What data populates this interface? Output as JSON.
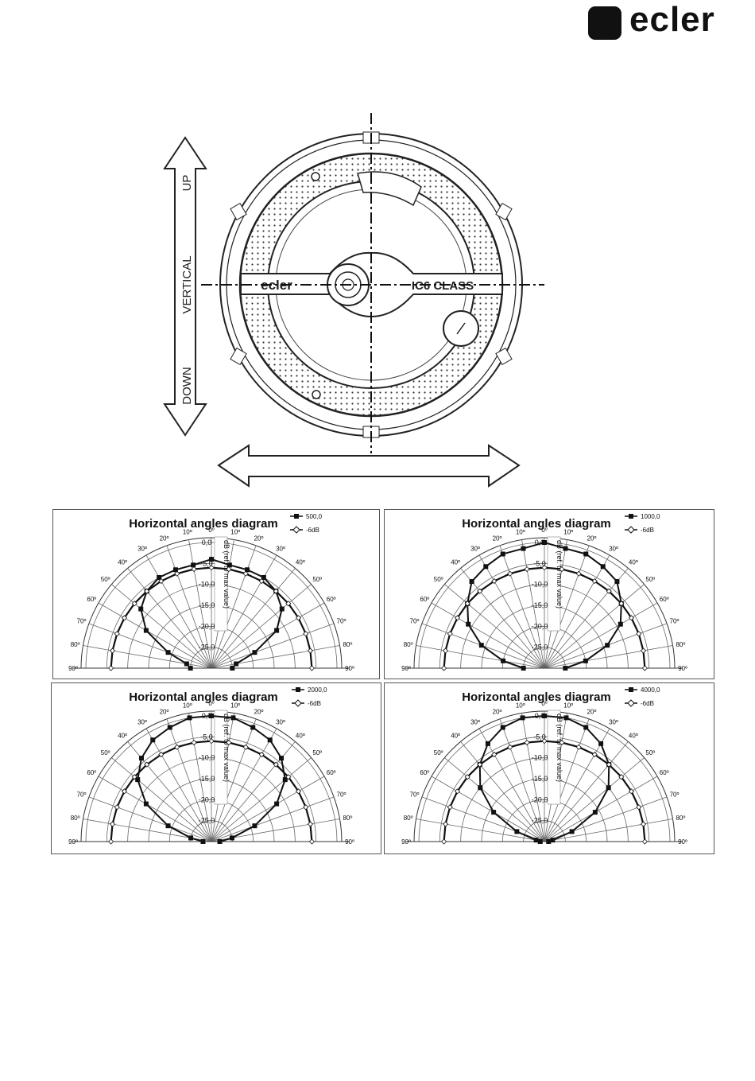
{
  "logo": {
    "text": "ecler"
  },
  "speaker_diagram": {
    "label_up": "UP",
    "label_vertical": "VERTICAL",
    "label_down": "DOWN",
    "brand_badge": "ecler",
    "model_badge": "IC6 CLASS"
  },
  "diagrams": [
    {
      "title": "Horizontal angles diagram",
      "legend": [
        "500,0",
        "-6dB"
      ],
      "axis_label": "dB (ref. to max value)",
      "radial_ticks": [
        "0,0",
        "-5,0",
        "-10,0",
        "-15,0",
        "-20,0",
        "-25,0"
      ],
      "angle_labels_left": [
        "0º",
        "10º",
        "20º",
        "30º",
        "40º",
        "50º",
        "60º",
        "70º",
        "80º",
        "90º"
      ],
      "angle_labels_right": [
        "10º",
        "20º",
        "30º",
        "40º",
        "50º",
        "60º",
        "70º",
        "80º",
        "90º"
      ],
      "chart_data": {
        "type": "scatter",
        "angles_deg": [
          -90,
          -80,
          -70,
          -60,
          -50,
          -40,
          -30,
          -20,
          -10,
          0,
          10,
          20,
          30,
          40,
          50,
          60,
          70,
          80,
          90
        ],
        "series": [
          {
            "name": "500,0",
            "values_db": [
              -25,
              -24,
              -19,
              -12,
              -8,
              -6,
              -5,
              -5,
              -5,
              -4,
              -5,
              -5,
              -5,
              -6,
              -8,
              -12,
              -19,
              -24,
              -25
            ]
          },
          {
            "name": "-6dB",
            "values_db": [
              -6,
              -6,
              -6,
              -6,
              -6,
              -6,
              -6,
              -6,
              -6,
              -6,
              -6,
              -6,
              -6,
              -6,
              -6,
              -6,
              -6,
              -6,
              -6
            ]
          }
        ],
        "rlim": [
          -30,
          0
        ]
      }
    },
    {
      "title": "Horizontal angles diagram",
      "legend": [
        "1000,0",
        "-6dB"
      ],
      "axis_label": "dB (ref. to max value)",
      "radial_ticks": [
        "0,0",
        "-5,0",
        "-10,0",
        "-15,0",
        "-20,0",
        "-25,0"
      ],
      "angle_labels_left": [
        "0º",
        "10º",
        "20º",
        "30º",
        "40º",
        "50º",
        "60º",
        "70º",
        "80º",
        "90º"
      ],
      "angle_labels_right": [
        "10º",
        "20º",
        "30º",
        "40º",
        "50º",
        "60º",
        "70º",
        "80º",
        "90º"
      ],
      "chart_data": {
        "type": "scatter",
        "angles_deg": [
          -90,
          -80,
          -70,
          -60,
          -50,
          -40,
          -30,
          -20,
          -10,
          0,
          10,
          20,
          30,
          40,
          50,
          60,
          70,
          80,
          90
        ],
        "series": [
          {
            "name": "1000,0",
            "values_db": [
              -25,
              -20,
              -14,
              -9,
              -6,
              -3,
              -2,
              -1,
              -1,
              0,
              -1,
              -1,
              -2,
              -3,
              -6,
              -9,
              -14,
              -20,
              -25
            ]
          },
          {
            "name": "-6dB",
            "values_db": [
              -6,
              -6,
              -6,
              -6,
              -6,
              -6,
              -6,
              -6,
              -6,
              -6,
              -6,
              -6,
              -6,
              -6,
              -6,
              -6,
              -6,
              -6,
              -6
            ]
          }
        ],
        "rlim": [
          -30,
          0
        ]
      }
    },
    {
      "title": "Horizontal angles diagram",
      "legend": [
        "2000,0",
        "-6dB"
      ],
      "axis_label": "dB (ref. to max value)",
      "radial_ticks": [
        "0,0",
        "-5,0",
        "-10,0",
        "-15,0",
        "-20,0",
        "-25,0"
      ],
      "angle_labels_left": [
        "0º",
        "10º",
        "20º",
        "30º",
        "40º",
        "50º",
        "60º",
        "70º",
        "80º",
        "90º"
      ],
      "angle_labels_right": [
        "10º",
        "20º",
        "30º",
        "40º",
        "50º",
        "60º",
        "70º",
        "80º",
        "90º"
      ],
      "chart_data": {
        "type": "scatter",
        "angles_deg": [
          -90,
          -80,
          -70,
          -60,
          -50,
          -40,
          -30,
          -20,
          -10,
          0,
          10,
          20,
          30,
          40,
          50,
          60,
          70,
          80,
          90
        ],
        "series": [
          {
            "name": "2000,0",
            "values_db": [
              -28,
              -25,
              -19,
              -12,
              -7,
              -4,
              -2,
              -1,
              0,
              0,
              0,
              -1,
              -2,
              -4,
              -7,
              -12,
              -19,
              -25,
              -28
            ]
          },
          {
            "name": "-6dB",
            "values_db": [
              -6,
              -6,
              -6,
              -6,
              -6,
              -6,
              -6,
              -6,
              -6,
              -6,
              -6,
              -6,
              -6,
              -6,
              -6,
              -6,
              -6,
              -6,
              -6
            ]
          }
        ],
        "rlim": [
          -30,
          0
        ]
      }
    },
    {
      "title": "Horizontal angles diagram",
      "legend": [
        "4000,0",
        "-6dB"
      ],
      "axis_label": "dB (ref. to max value)",
      "radial_ticks": [
        "0,0",
        "-5,0",
        "-10,0",
        "-15,0",
        "-20,0",
        "-25,0"
      ],
      "angle_labels_left": [
        "0º",
        "10º",
        "20º",
        "30º",
        "40º",
        "50º",
        "60º",
        "70º",
        "80º",
        "90º"
      ],
      "angle_labels_right": [
        "10º",
        "20º",
        "30º",
        "40º",
        "50º",
        "60º",
        "70º",
        "80º",
        "90º"
      ],
      "chart_data": {
        "type": "scatter",
        "angles_deg": [
          -90,
          -80,
          -70,
          -60,
          -50,
          -40,
          -30,
          -20,
          -10,
          0,
          10,
          20,
          30,
          40,
          50,
          60,
          70,
          80,
          90
        ],
        "series": [
          {
            "name": "4000,0",
            "values_db": [
              -29,
              -28,
              -23,
              -16,
              -10,
              -6,
              -3,
              -1,
              0,
              0,
              0,
              -1,
              -3,
              -6,
              -10,
              -16,
              -23,
              -28,
              -29
            ]
          },
          {
            "name": "-6dB",
            "values_db": [
              -6,
              -6,
              -6,
              -6,
              -6,
              -6,
              -6,
              -6,
              -6,
              -6,
              -6,
              -6,
              -6,
              -6,
              -6,
              -6,
              -6,
              -6,
              -6
            ]
          }
        ],
        "rlim": [
          -30,
          0
        ]
      }
    }
  ]
}
